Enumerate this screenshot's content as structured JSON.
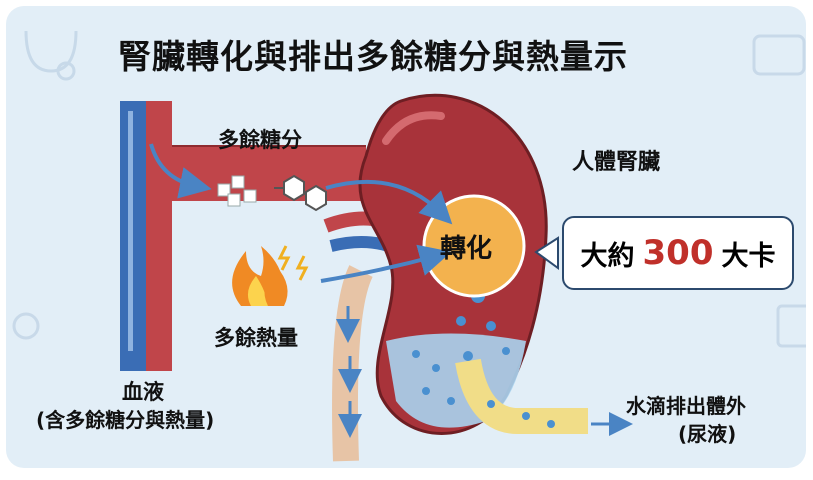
{
  "title": "腎臟轉化與排出多餘糖分與熱量示",
  "labels": {
    "excess_sugar": "多餘糖分",
    "kidney": "人體腎臟",
    "conversion": "轉化",
    "excess_heat": "多餘熱量",
    "blood": "血液",
    "blood_note": "(含多餘糖分與熱量)",
    "water_out": "水滴排出體外",
    "urine": "(尿液)"
  },
  "callout": {
    "prefix": "大約",
    "value": "300",
    "unit": "大卡"
  },
  "colors": {
    "background": "#e2eef7",
    "artery": "#c0454a",
    "vein": "#3a6db5",
    "kidney": "#a8333a",
    "conversion": "#f3b24e",
    "accent": "#c0302a"
  }
}
